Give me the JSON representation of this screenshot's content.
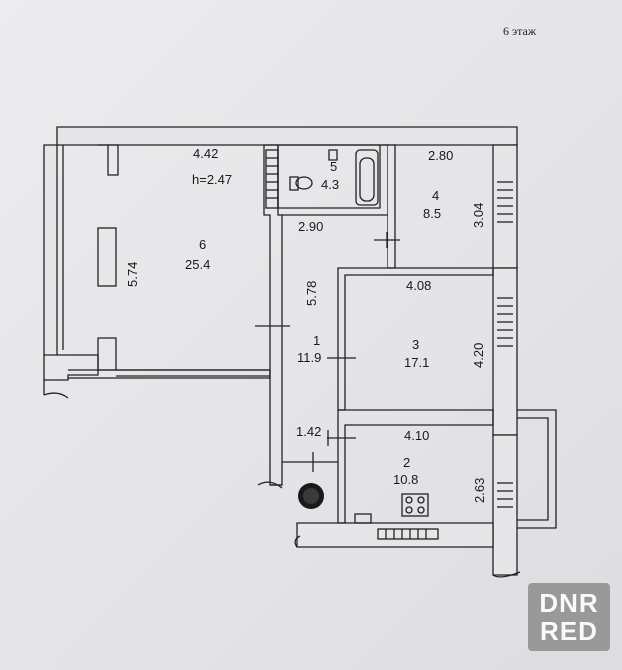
{
  "floor_label": "6 этаж",
  "ceiling_height": "h=2.47",
  "rooms": [
    {
      "number": "1",
      "area": "11.9"
    },
    {
      "number": "2",
      "area": "10.8"
    },
    {
      "number": "3",
      "area": "17.1"
    },
    {
      "number": "4",
      "area": "8.5"
    },
    {
      "number": "5",
      "area": "4.3"
    },
    {
      "number": "6",
      "area": "25.4"
    }
  ],
  "dimensions": {
    "r6_width": "4.42",
    "r6_length": "5.74",
    "r5_width": "2.90",
    "r4_width": "2.80",
    "r4_length": "3.04",
    "r1_length": "5.78",
    "r1_small": "1.42",
    "r3_width": "4.08",
    "r3_length": "4.20",
    "r2_width": "4.10",
    "r2_length": "2.63"
  },
  "watermark": {
    "line1": "DNR",
    "line2": "RED"
  }
}
